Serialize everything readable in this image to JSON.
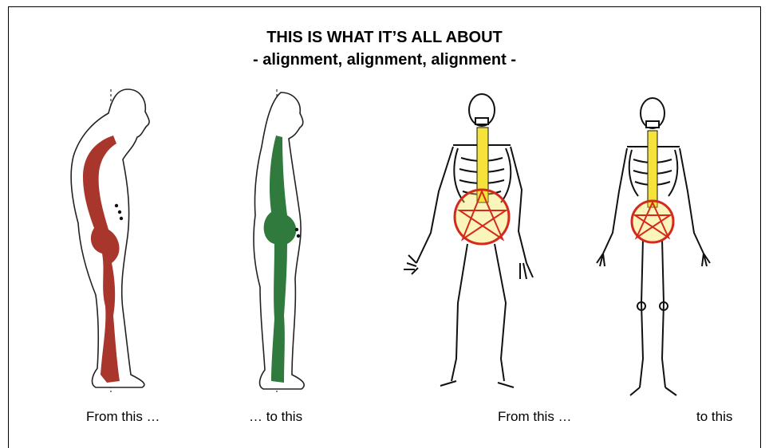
{
  "heading": {
    "title": "THIS IS WHAT IT’S ALL ABOUT",
    "subtitle": "- alignment, alignment, alignment -"
  },
  "figures": [
    {
      "name": "posture-bad",
      "spine_color": "#a8362c"
    },
    {
      "name": "posture-good",
      "spine_color": "#2f7a3c"
    },
    {
      "name": "skeleton-bad"
    },
    {
      "name": "skeleton-good"
    }
  ],
  "colors": {
    "spine_highlight": "#f5e23b",
    "pelvis_ring": "#d42a1e"
  },
  "captions": {
    "c1": "From this …",
    "c2": "… to this",
    "c3": "From this …",
    "c4": "to this"
  }
}
